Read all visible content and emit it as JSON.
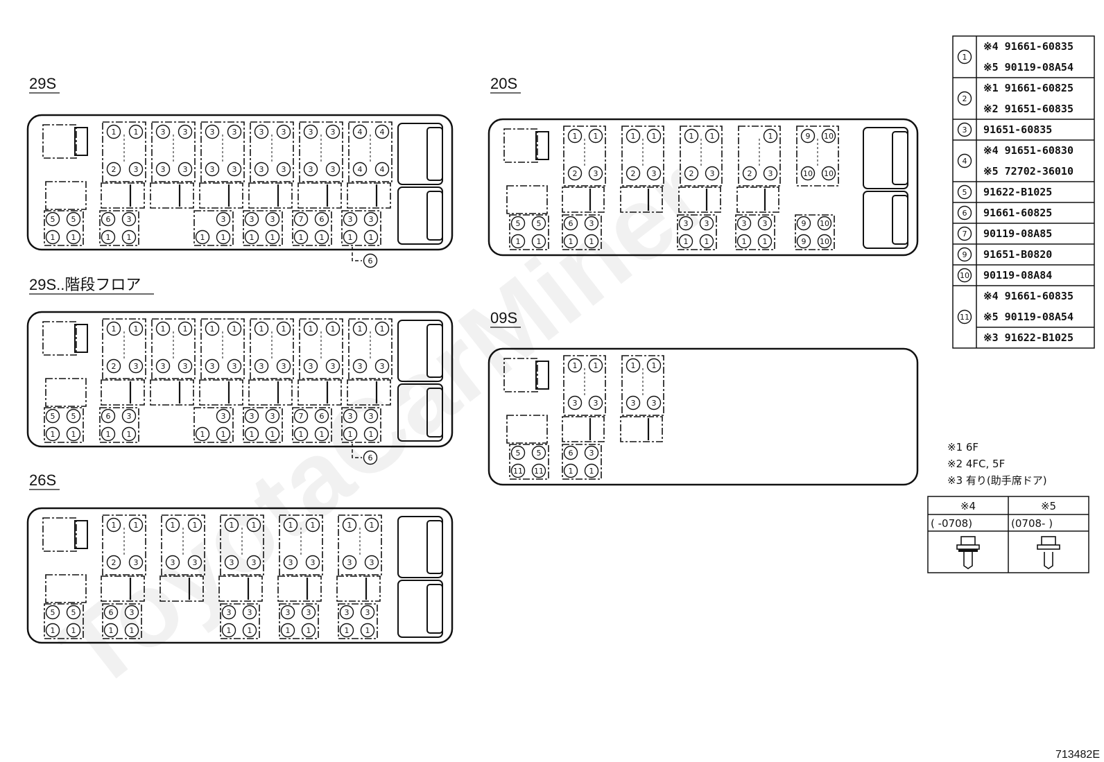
{
  "layouts": [
    {
      "title": "29S",
      "seats": [
        [
          "1",
          "1"
        ],
        [
          "3",
          "3"
        ],
        [
          "3",
          "3"
        ],
        [
          "3",
          "3"
        ],
        [
          "3",
          "3"
        ],
        [
          "4",
          "4"
        ]
      ],
      "chairs": [
        [
          "2",
          "3"
        ],
        [
          "3",
          "3"
        ],
        [
          "3",
          "3"
        ],
        [
          "3",
          "3"
        ],
        [
          "3",
          "3"
        ],
        [
          "4",
          "4"
        ]
      ],
      "lower": [
        [
          "5",
          "5"
        ],
        [
          "6",
          "3"
        ],
        [
          "",
          "3"
        ],
        [
          "3",
          "3"
        ],
        [
          "7",
          "6"
        ],
        [
          "3",
          "3"
        ]
      ],
      "bottom": [
        [
          "1",
          "1"
        ],
        [
          "1",
          "1"
        ],
        [
          "1",
          "1"
        ],
        [
          "1",
          "1"
        ],
        [
          "1",
          "1"
        ],
        [
          "1",
          "1"
        ]
      ],
      "callout": "6"
    },
    {
      "title": "29S..階段フロア",
      "seats": [
        [
          "1",
          "1"
        ],
        [
          "1",
          "1"
        ],
        [
          "1",
          "1"
        ],
        [
          "1",
          "1"
        ],
        [
          "1",
          "1"
        ],
        [
          "1",
          "1"
        ]
      ],
      "chairs": [
        [
          "2",
          "3"
        ],
        [
          "3",
          "3"
        ],
        [
          "3",
          "3"
        ],
        [
          "3",
          "3"
        ],
        [
          "3",
          "3"
        ],
        [
          "3",
          "3"
        ]
      ],
      "lower": [
        [
          "5",
          "5"
        ],
        [
          "6",
          "3"
        ],
        [
          "",
          "3"
        ],
        [
          "3",
          "3"
        ],
        [
          "7",
          "6"
        ],
        [
          "3",
          "3"
        ]
      ],
      "bottom": [
        [
          "1",
          "1"
        ],
        [
          "1",
          "1"
        ],
        [
          "1",
          "1"
        ],
        [
          "1",
          "1"
        ],
        [
          "1",
          "1"
        ],
        [
          "1",
          "1"
        ]
      ],
      "callout": "6"
    },
    {
      "title": "26S",
      "seats": [
        [
          "1",
          "1"
        ],
        [
          "1",
          "1"
        ],
        [
          "1",
          "1"
        ],
        [
          "1",
          "1"
        ],
        [
          "1",
          "1"
        ]
      ],
      "chairs": [
        [
          "2",
          "3"
        ],
        [
          "3",
          "3"
        ],
        [
          "3",
          "3"
        ],
        [
          "3",
          "3"
        ],
        [
          "3",
          "3"
        ]
      ],
      "lower": [
        [
          "5",
          "5"
        ],
        [
          "6",
          "3"
        ],
        [
          "3",
          "3"
        ],
        [
          "3",
          "3"
        ],
        [
          "3",
          "3"
        ]
      ],
      "bottom": [
        [
          "1",
          "1"
        ],
        [
          "1",
          "1"
        ],
        [
          "1",
          "1"
        ],
        [
          "1",
          "1"
        ],
        [
          "1",
          "1"
        ]
      ]
    },
    {
      "title": "20S",
      "seats": [
        [
          "1",
          "1"
        ],
        [
          "1",
          "1"
        ],
        [
          "1",
          "1"
        ],
        [
          "",
          "1"
        ],
        [
          "9",
          "10"
        ]
      ],
      "chairs": [
        [
          "2",
          "3"
        ],
        [
          "2",
          "3"
        ],
        [
          "2",
          "3"
        ],
        [
          "2",
          "3"
        ],
        [
          "10",
          "10"
        ]
      ],
      "lower": [
        [
          "5",
          "5"
        ],
        [
          "6",
          "3"
        ],
        [
          "3",
          "3"
        ],
        [
          "3",
          "3"
        ],
        [
          "9",
          "10"
        ]
      ],
      "bottom": [
        [
          "1",
          "1"
        ],
        [
          "1",
          "1"
        ],
        [
          "1",
          "1"
        ],
        [
          "1",
          "1"
        ],
        [
          "9",
          "10"
        ]
      ]
    },
    {
      "title": "09S",
      "seats": [
        [
          "1",
          "1"
        ],
        [
          "1",
          "1"
        ]
      ],
      "chairs": [
        [
          "3",
          "3"
        ],
        [
          "3",
          "3"
        ]
      ],
      "lower": [
        [
          "5",
          "5"
        ],
        [
          "6",
          "3"
        ]
      ],
      "bottom": [
        [
          "11",
          "11"
        ],
        [
          "1",
          "1"
        ]
      ]
    }
  ],
  "parts": [
    {
      "num": "1",
      "lines": [
        "※4 91661-60835",
        "※5 90119-08A54"
      ]
    },
    {
      "num": "2",
      "lines": [
        "※1 91661-60825",
        "※2 91651-60835"
      ]
    },
    {
      "num": "3",
      "lines": [
        "91651-60835"
      ]
    },
    {
      "num": "4",
      "lines": [
        "※4 91651-60830",
        "※5 72702-36010"
      ]
    },
    {
      "num": "5",
      "lines": [
        "91622-B1025"
      ]
    },
    {
      "num": "6",
      "lines": [
        "91661-60825"
      ]
    },
    {
      "num": "7",
      "lines": [
        "90119-08A85"
      ]
    },
    {
      "num": "9",
      "lines": [
        "91651-B0820"
      ]
    },
    {
      "num": "10",
      "lines": [
        "90119-08A84"
      ]
    },
    {
      "num": "11",
      "lines": [
        "※4 91661-60835",
        "※5 90119-08A54",
        "※3 91622-B1025"
      ]
    }
  ],
  "notes": [
    "※1  6F",
    "※2  4FC, 5F",
    "※3  有り(助手席ドア)"
  ],
  "bolt_table": {
    "headers": [
      "※4",
      "※5"
    ],
    "ranges": [
      "(      -0708)",
      "(0708-        )"
    ]
  },
  "figure_code": "713482E",
  "watermark": "ToyotaCarMiner"
}
